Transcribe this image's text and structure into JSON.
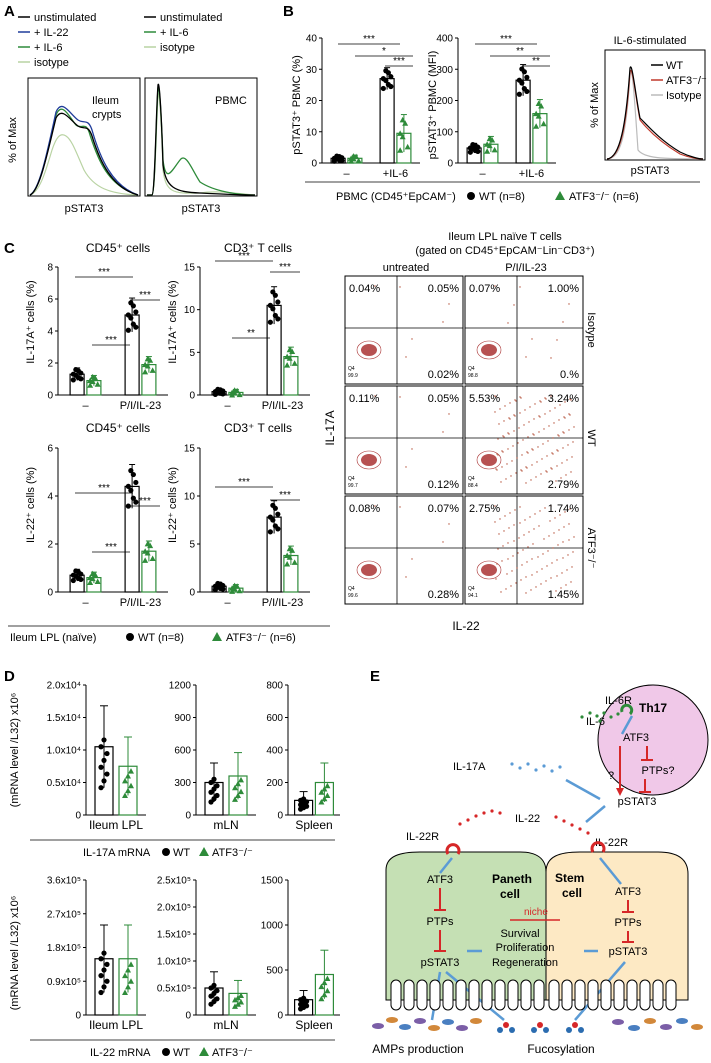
{
  "panels": {
    "A": {
      "label": "A",
      "legend_left": [
        "unstimulated",
        "+ IL-22",
        "+ IL-6",
        "isotype"
      ],
      "legend_right": [
        "unstimulated",
        "+ IL-6",
        "isotype"
      ],
      "ylabel": "% of Max",
      "xlabel": "pStat3",
      "xlabel_display": "pSTAT3",
      "sub1": "Ileum\ncrypts",
      "sub1_l1": "Ileum",
      "sub1_l2": "crypts",
      "sub2": "PBMC"
    },
    "B": {
      "label": "B",
      "ylabel1": "pSTAT3⁺ PBMC (%)",
      "ylabel2": "pSTAT3⁺ PBMC (MFI)",
      "yticks1": [
        "0",
        "10",
        "20",
        "30",
        "40"
      ],
      "yticks2": [
        "0",
        "100",
        "200",
        "300",
        "400"
      ],
      "xcat_minus": "–",
      "xcat_il6": "+IL-6",
      "footer": "PBMC (CD45⁺EpCAM⁻)",
      "legend_wt": "WT (n=8)",
      "legend_ko": "ATF3⁻/⁻ (n=6)",
      "hist_title": "IL-6-stimulated",
      "hist_legend": [
        "WT",
        "ATF3⁻/⁻",
        "Isotype"
      ],
      "hist_ylabel": "% of Max",
      "hist_xlabel": "pSTAT3",
      "sig": [
        "***",
        "*",
        "***",
        "***",
        "**",
        "**"
      ]
    },
    "C": {
      "label": "C",
      "title_cd45": "CD45⁺ cells",
      "title_cd3": "CD3⁺ T cells",
      "ylabel_il17_cd45": "IL-17A⁺ cells (%)",
      "ylabel_il17_cd3": "IL-17A⁺ cells (%)",
      "ylabel_il22_cd45": "IL-22⁺ cells (%)",
      "ylabel_il22_cd3": "IL-22⁺ cells (%)",
      "yticks_0_8": [
        "0",
        "2",
        "4",
        "6",
        "8"
      ],
      "yticks_0_15": [
        "0",
        "5",
        "10",
        "15"
      ],
      "yticks_0_6": [
        "0",
        "2",
        "4",
        "6"
      ],
      "yticks_0_15b": [
        "0",
        "5",
        "10",
        "15"
      ],
      "xcat_minus": "–",
      "xcat_pi": "P/I/IL-23",
      "footer": "Ileum LPL (naïve)",
      "legend_wt": "WT (n=8)",
      "legend_ko": "ATF3⁻/⁻ (n=6)",
      "sig": "***",
      "sig2": "**",
      "facs_title_l1": "Ileum LPL naïve T cells",
      "facs_title_l2": "(gated on CD45⁺EpCAM⁻Lin⁻CD3⁺)",
      "facs_col1": "untreated",
      "facs_col2": "P/I/IL-23",
      "facs_rows": [
        "Isotype",
        "WT",
        "ATF3⁻/⁻"
      ],
      "facs_ylabel": "IL-17A",
      "facs_xlabel": "IL-22",
      "quadrants": [
        [
          [
            "0.04%",
            "0.05%",
            "0.02%"
          ],
          [
            "0.07%",
            "1.00%",
            "0.%"
          ]
        ],
        [
          [
            "0.11%",
            "0.05%",
            "0.12%"
          ],
          [
            "5.53%",
            "3.24%",
            "2.79%"
          ]
        ],
        [
          [
            "0.08%",
            "0.07%",
            "0.28%"
          ],
          [
            "2.75%",
            "1.74%",
            "1.45%"
          ]
        ]
      ],
      "q4_labels": [
        [
          "Q4",
          "99.9"
        ],
        [
          "Q4",
          "98.8"
        ],
        [
          "Q4",
          "99.7"
        ],
        [
          "Q4",
          "88.4"
        ],
        [
          "Q4",
          "99.6"
        ],
        [
          "Q4",
          "94.1"
        ]
      ]
    },
    "D": {
      "label": "D",
      "ylabel_top": "(mRNA level /L32) x10⁶",
      "ylabel_bot": "(mRNA level /L32) x10⁶",
      "yticks_il17_lpl": [
        "0",
        "0.5x10⁴",
        "1.0x10⁴",
        "1.5x10⁴",
        "2.0x10⁴"
      ],
      "yticks_il17_mln": [
        "0",
        "300",
        "600",
        "900",
        "1200"
      ],
      "yticks_il17_spl": [
        "0",
        "200",
        "400",
        "600",
        "800"
      ],
      "yticks_il22_lpl": [
        "0",
        "0.9x10⁵",
        "1.8x10⁵",
        "2.7x10⁵",
        "3.6x10⁵"
      ],
      "yticks_il22_mln": [
        "0",
        "0.5x10⁵",
        "1.0x10⁵",
        "1.5x10⁵",
        "2.0x10⁵",
        "2.5x10⁵"
      ],
      "yticks_il22_spl": [
        "0",
        "500",
        "1000",
        "1500"
      ],
      "cats": [
        "Ileum LPL",
        "mLN",
        "Spleen"
      ],
      "footer_top": "IL-17A mRNA",
      "footer_bot": "IL-22 mRNA",
      "legend_wt": "WT",
      "legend_ko": "ATF3⁻/⁻"
    },
    "E": {
      "label": "E",
      "il6": "IL-6",
      "il6r": "IL-6R",
      "th17": "Th17",
      "atf3": "ATF3",
      "ptps_q": "PTPs?",
      "q": "?",
      "pstat3": "pSTAT3",
      "il17a": "IL-17A",
      "il22": "IL-22",
      "il22r": "IL-22R",
      "paneth_l1": "Paneth",
      "paneth_l2": "cell",
      "stem_l1": "Stem",
      "stem_l2": "cell",
      "ptps": "PTPs",
      "niche": "niche",
      "survival": "Survival",
      "proliferation": "Proliferation",
      "regeneration": "Regeneration",
      "amps": "AMPs production",
      "fucosylation": "Fucosylation"
    }
  },
  "chart_data": [
    {
      "type": "line",
      "title": "",
      "xlabel": "pSTAT3",
      "ylabel": "% of Max",
      "series": [
        {
          "name": "unstimulated"
        },
        {
          "name": "+ IL-22"
        },
        {
          "name": "+ IL-6"
        },
        {
          "name": "isotype"
        }
      ],
      "annotation": "Ileum crypts"
    },
    {
      "type": "line",
      "title": "",
      "xlabel": "pSTAT3",
      "ylabel": "% of Max",
      "series": [
        {
          "name": "unstimulated"
        },
        {
          "name": "+ IL-6"
        },
        {
          "name": "isotype"
        }
      ],
      "annotation": "PBMC"
    },
    {
      "type": "bar",
      "ylabel": "pSTAT3+ PBMC (%)",
      "categories": [
        "–",
        "+IL-6"
      ],
      "series": [
        {
          "name": "WT (n=8)",
          "values": [
            1.5,
            27
          ]
        },
        {
          "name": "ATF3-/- (n=6)",
          "values": [
            1.5,
            9.5
          ]
        }
      ],
      "errors": [
        [
          1.0,
          3.5
        ],
        [
          1.0,
          6
        ]
      ],
      "ylim": [
        0,
        40
      ]
    },
    {
      "type": "bar",
      "ylabel": "pSTAT3+ PBMC (MFI)",
      "categories": [
        "–",
        "+IL-6"
      ],
      "series": [
        {
          "name": "WT (n=8)",
          "values": [
            48,
            265
          ]
        },
        {
          "name": "ATF3-/- (n=6)",
          "values": [
            60,
            158
          ]
        }
      ],
      "errors": [
        [
          15,
          50
        ],
        [
          25,
          45
        ]
      ],
      "ylim": [
        0,
        400
      ]
    },
    {
      "type": "bar",
      "title": "CD45+ cells",
      "ylabel": "IL-17A+ cells (%)",
      "categories": [
        "–",
        "P/I/IL-23"
      ],
      "series": [
        {
          "name": "WT (n=8)",
          "values": [
            1.3,
            5.0
          ]
        },
        {
          "name": "ATF3-/- (n=6)",
          "values": [
            0.9,
            1.9
          ]
        }
      ],
      "ylim": [
        0,
        8
      ]
    },
    {
      "type": "bar",
      "title": "CD3+ T cells",
      "ylabel": "IL-17A+ cells (%)",
      "categories": [
        "–",
        "P/I/IL-23"
      ],
      "series": [
        {
          "name": "WT (n=8)",
          "values": [
            0.4,
            10.5
          ]
        },
        {
          "name": "ATF3-/- (n=6)",
          "values": [
            0.3,
            4.5
          ]
        }
      ],
      "ylim": [
        0,
        15
      ]
    },
    {
      "type": "bar",
      "title": "CD45+ cells",
      "ylabel": "IL-22+ cells (%)",
      "categories": [
        "–",
        "P/I/IL-23"
      ],
      "series": [
        {
          "name": "WT (n=8)",
          "values": [
            0.7,
            4.4
          ]
        },
        {
          "name": "ATF3-/- (n=6)",
          "values": [
            0.6,
            1.7
          ]
        }
      ],
      "ylim": [
        0,
        6
      ]
    },
    {
      "type": "bar",
      "title": "CD3+ T cells",
      "ylabel": "IL-22+ cells (%)",
      "categories": [
        "–",
        "P/I/IL-23"
      ],
      "series": [
        {
          "name": "WT (n=8)",
          "values": [
            0.6,
            7.8
          ]
        },
        {
          "name": "ATF3-/- (n=6)",
          "values": [
            0.4,
            3.8
          ]
        }
      ],
      "ylim": [
        0,
        15
      ]
    },
    {
      "type": "bar",
      "ylabel": "(mRNA level /L32) x10^6",
      "categories": [
        "Ileum LPL"
      ],
      "series": [
        {
          "name": "WT",
          "values": [
            10500
          ]
        },
        {
          "name": "ATF3-/-",
          "values": [
            7500
          ]
        }
      ],
      "ylim": [
        0,
        20000
      ]
    },
    {
      "type": "bar",
      "categories": [
        "mLN"
      ],
      "series": [
        {
          "name": "WT",
          "values": [
            300
          ]
        },
        {
          "name": "ATF3-/-",
          "values": [
            360
          ]
        }
      ],
      "ylim": [
        0,
        1200
      ]
    },
    {
      "type": "bar",
      "categories": [
        "Spleen"
      ],
      "series": [
        {
          "name": "WT",
          "values": [
            90
          ]
        },
        {
          "name": "ATF3-/-",
          "values": [
            200
          ]
        }
      ],
      "ylim": [
        0,
        800
      ]
    },
    {
      "type": "bar",
      "ylabel": "(mRNA level /L32) x10^6",
      "categories": [
        "Ileum LPL"
      ],
      "series": [
        {
          "name": "WT",
          "values": [
            150000
          ]
        },
        {
          "name": "ATF3-/-",
          "values": [
            150000
          ]
        }
      ],
      "ylim": [
        0,
        360000
      ]
    },
    {
      "type": "bar",
      "categories": [
        "mLN"
      ],
      "series": [
        {
          "name": "WT",
          "values": [
            50000
          ]
        },
        {
          "name": "ATF3-/-",
          "values": [
            40000
          ]
        }
      ],
      "ylim": [
        0,
        250000
      ]
    },
    {
      "type": "bar",
      "categories": [
        "Spleen"
      ],
      "series": [
        {
          "name": "WT",
          "values": [
            170
          ]
        },
        {
          "name": "ATF3-/-",
          "values": [
            450
          ]
        }
      ],
      "ylim": [
        0,
        1500
      ]
    }
  ]
}
